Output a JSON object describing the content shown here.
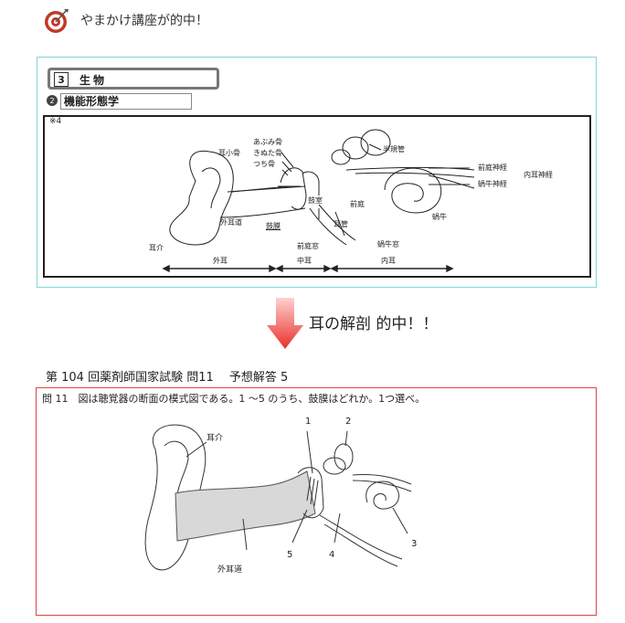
{
  "heading": {
    "text": "やまかけ講座が的中！"
  },
  "section": {
    "number": "3",
    "title": "生物",
    "sub_number": "2",
    "sub_title": "機能形態学"
  },
  "diagram1": {
    "note": "※4",
    "labels": {
      "ossicles": "耳小骨",
      "stapes": "あぶみ骨",
      "incus": "きぬた骨",
      "malleus": "つち骨",
      "semicircular": "半規管",
      "vestibular_nerve": "前庭神経",
      "cochlear_nerve": "蝸牛神経",
      "inner_ear_nerve": "内耳神経",
      "vestibule": "前庭",
      "cochlea": "蝸牛",
      "tympanic_cavity": "鼓室",
      "eardrum": "鼓膜",
      "ear_canal": "外耳道",
      "auricle": "耳介",
      "eustachian": "耳管",
      "vestibular_window": "前庭窓",
      "cochlear_window": "蝸牛窓",
      "outer_ear": "外耳",
      "middle_ear": "中耳",
      "inner_ear": "内耳"
    }
  },
  "hit_text": "耳の解剖 的中！！",
  "exam": {
    "line": "第 104 回薬剤師国家試験 問11　 予想解答 5"
  },
  "question": {
    "text": "問 11　図は聴覚器の断面の模式図である。1 ～5 のうち、鼓膜はどれか。1つ選べ。"
  },
  "diagram2": {
    "labels": {
      "auricle": "耳介",
      "ear_canal": "外耳道",
      "n1": "1",
      "n2": "2",
      "n3": "3",
      "n4": "4",
      "n5": "5"
    }
  }
}
